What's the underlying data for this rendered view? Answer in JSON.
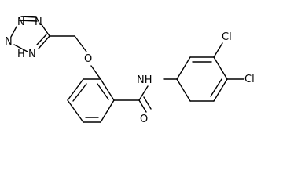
{
  "molecule": {
    "labels": {
      "tetrazole_n1": "N",
      "tetrazole_n2": "N",
      "tetrazole_n3": "N",
      "tetrazole_nh": "N",
      "tetrazole_h": "H",
      "ether_o": "O",
      "amide_nh": "NH",
      "carbonyl_o": "O",
      "cl_top": "Cl",
      "cl_right": "Cl"
    }
  }
}
